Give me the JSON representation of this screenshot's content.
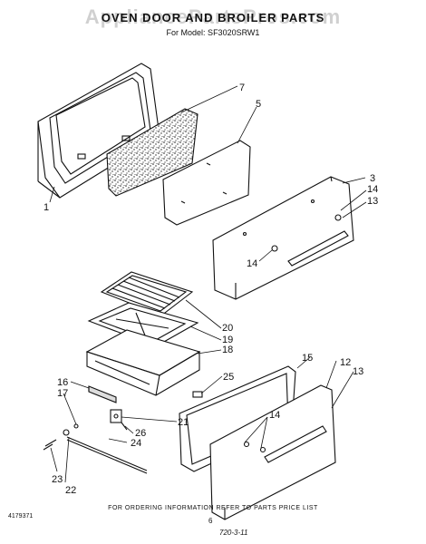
{
  "watermark": "AppliancePartsPros.com",
  "title": "OVEN DOOR AND BROILER PARTS",
  "subtitle": "For Model: SF3020SRW1",
  "callouts": {
    "c1": "1",
    "c3": "3",
    "c5": "5",
    "c7": "7",
    "c12": "12",
    "c13a": "13",
    "c13b": "13",
    "c14a": "14",
    "c14b": "14",
    "c14c": "14",
    "c15": "15",
    "c16": "16",
    "c17": "17",
    "c18": "18",
    "c19": "19",
    "c20": "20",
    "c21": "21",
    "c22": "22",
    "c23": "23",
    "c24": "24",
    "c25": "25",
    "c26": "26"
  },
  "footer": "FOR ORDERING INFORMATION REFER TO PARTS PRICE LIST",
  "document_number": "4179371",
  "page_number": "6",
  "revision_code": "720-3-11"
}
